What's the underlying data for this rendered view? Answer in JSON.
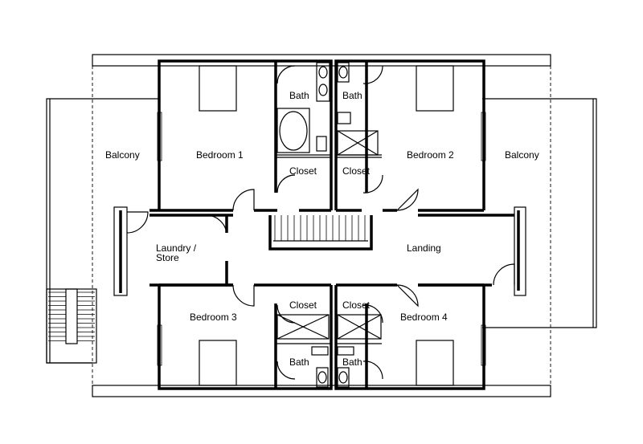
{
  "rooms": {
    "balcony_left": "Balcony",
    "bedroom1": "Bedroom 1",
    "bath1": "Bath",
    "closet1": "Closet",
    "bath2": "Bath",
    "closet2": "Closet",
    "bedroom2": "Bedroom 2",
    "balcony_right": "Balcony",
    "laundry": "Laundry /",
    "laundry2": "Store",
    "landing": "Landing",
    "bedroom3": "Bedroom 3",
    "closet3": "Closet",
    "bath3": "Bath",
    "closet4": "Closet",
    "bath4": "Bath",
    "bedroom4": "Bedroom 4"
  }
}
